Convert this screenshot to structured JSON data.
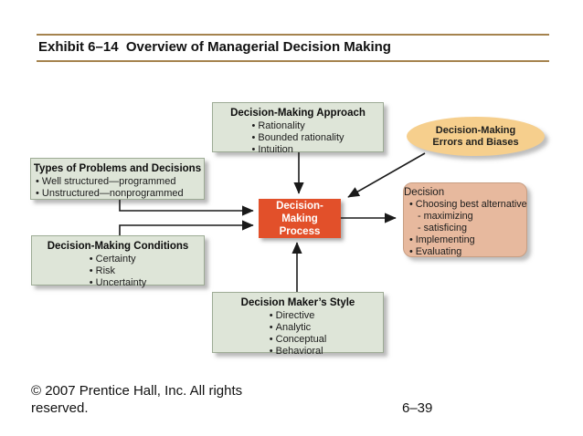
{
  "slide": {
    "title": "Exhibit 6–14  Overview of Managerial Decision Making",
    "footer": {
      "line1": "© 2007 Prentice Hall, Inc. All rights",
      "line2": "reserved."
    },
    "page_number": "6–39"
  },
  "diagram": {
    "approach": {
      "title": "Decision-Making Approach",
      "items": [
        "Rationality",
        "Bounded rationality",
        "Intuition"
      ]
    },
    "errors_biases": {
      "line1": "Decision-Making",
      "line2": "Errors and Biases"
    },
    "problems": {
      "title": "Types of Problems and Decisions",
      "items": [
        "Well structured—programmed",
        "Unstructured—nonprogrammed"
      ]
    },
    "conditions": {
      "title": "Decision-Making Conditions",
      "items": [
        "Certainty",
        "Risk",
        "Uncertainty"
      ]
    },
    "style": {
      "title": "Decision Maker’s Style",
      "items": [
        "Directive",
        "Analytic",
        "Conceptual",
        "Behavioral"
      ]
    },
    "process": {
      "line1": "Decision-Making",
      "line2": "Process"
    },
    "decision": {
      "title": "Decision",
      "items": [
        {
          "text": "Choosing best alternative",
          "level": 1
        },
        {
          "text": "maximizing",
          "level": 2
        },
        {
          "text": "satisficing",
          "level": 2
        },
        {
          "text": "Implementing",
          "level": 1
        },
        {
          "text": "Evaluating",
          "level": 1
        }
      ]
    }
  },
  "colors": {
    "accent_red": "#e2502a",
    "box_green": "#dee5d8",
    "ellipse_tan": "#f6cf8d",
    "decision_salmon": "#e7b99e",
    "title_rule_gold": "#a5834e",
    "arrow_black": "#1a1a1a"
  }
}
